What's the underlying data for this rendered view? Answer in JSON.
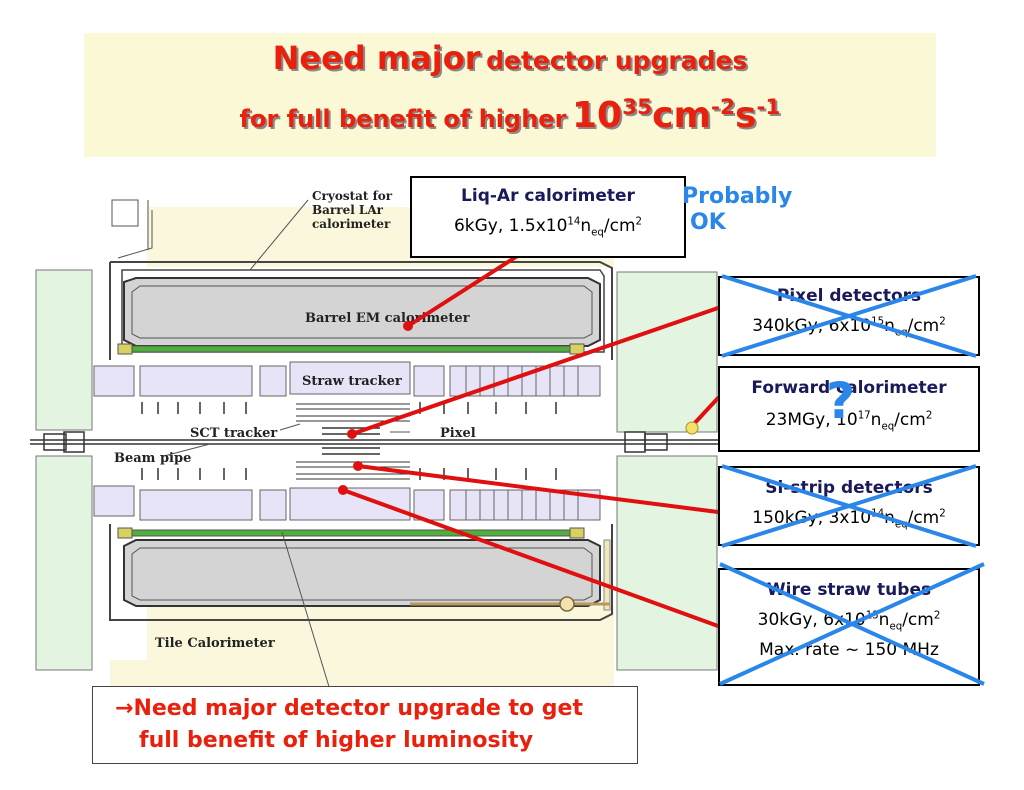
{
  "title": {
    "line1_bold": "Need major",
    "line1_rest": "detector upgrades",
    "line2_text": "for full benefit of higher",
    "line2_exp_base": "10",
    "line2_exp": "35",
    "line2_unit_cm": "cm",
    "line2_cm_exp": "-2",
    "line2_unit_s": "s",
    "line2_s_exp": "-1"
  },
  "diagram_labels": {
    "cryostat": [
      "Cryostat for",
      "Barrel LAr",
      "calorimeter"
    ],
    "barrel_em": "Barrel EM calorimeter",
    "straw": "Straw tracker",
    "sct": "SCT tracker",
    "pixel": "Pixel",
    "beam_pipe": "Beam pipe",
    "tile": "Tile Calorimeter"
  },
  "boxes": {
    "liq_ar": {
      "title": "Liq-Ar calorimeter",
      "dose": "6kGy, 1.5x10",
      "exp": "14",
      "n": "n",
      "eq": "eq",
      "unit": "/cm",
      "unit_exp": "2"
    },
    "pixel": {
      "title": "Pixel detectors",
      "dose": "340kGy, 6x10",
      "exp": "15",
      "n": "n",
      "eq": "eq",
      "unit": "/cm",
      "unit_exp": "2"
    },
    "forward": {
      "title": "Forward calorimeter",
      "dose": "23MGy, 10",
      "exp": "17",
      "n": "n",
      "eq": "eq",
      "unit": "/cm",
      "unit_exp": "2"
    },
    "sistrip": {
      "title": "Si-strip detectors",
      "dose": "150kGy, 3x10",
      "exp": "14",
      "n": "n",
      "eq": "eq",
      "unit": "/cm",
      "unit_exp": "2"
    },
    "wire": {
      "title": "Wire straw tubes",
      "dose": "30kGy, 6x10",
      "exp": "13",
      "n": "n",
      "eq": "eq",
      "unit": "/cm",
      "unit_exp": "2",
      "rate": "Max.  rate ~ 150 MHz"
    }
  },
  "probably_ok": [
    "Probably",
    "OK"
  ],
  "question_mark": "?",
  "bottom_note": {
    "arrow": "→",
    "line1": "Need major detector upgrade to get",
    "line2": "full benefit of higher luminosity"
  },
  "colors": {
    "title_red": "#e8200c",
    "note_blue": "#2a86e8",
    "band_yellow": "#fbf8d6",
    "pointer_red": "#e01010"
  }
}
